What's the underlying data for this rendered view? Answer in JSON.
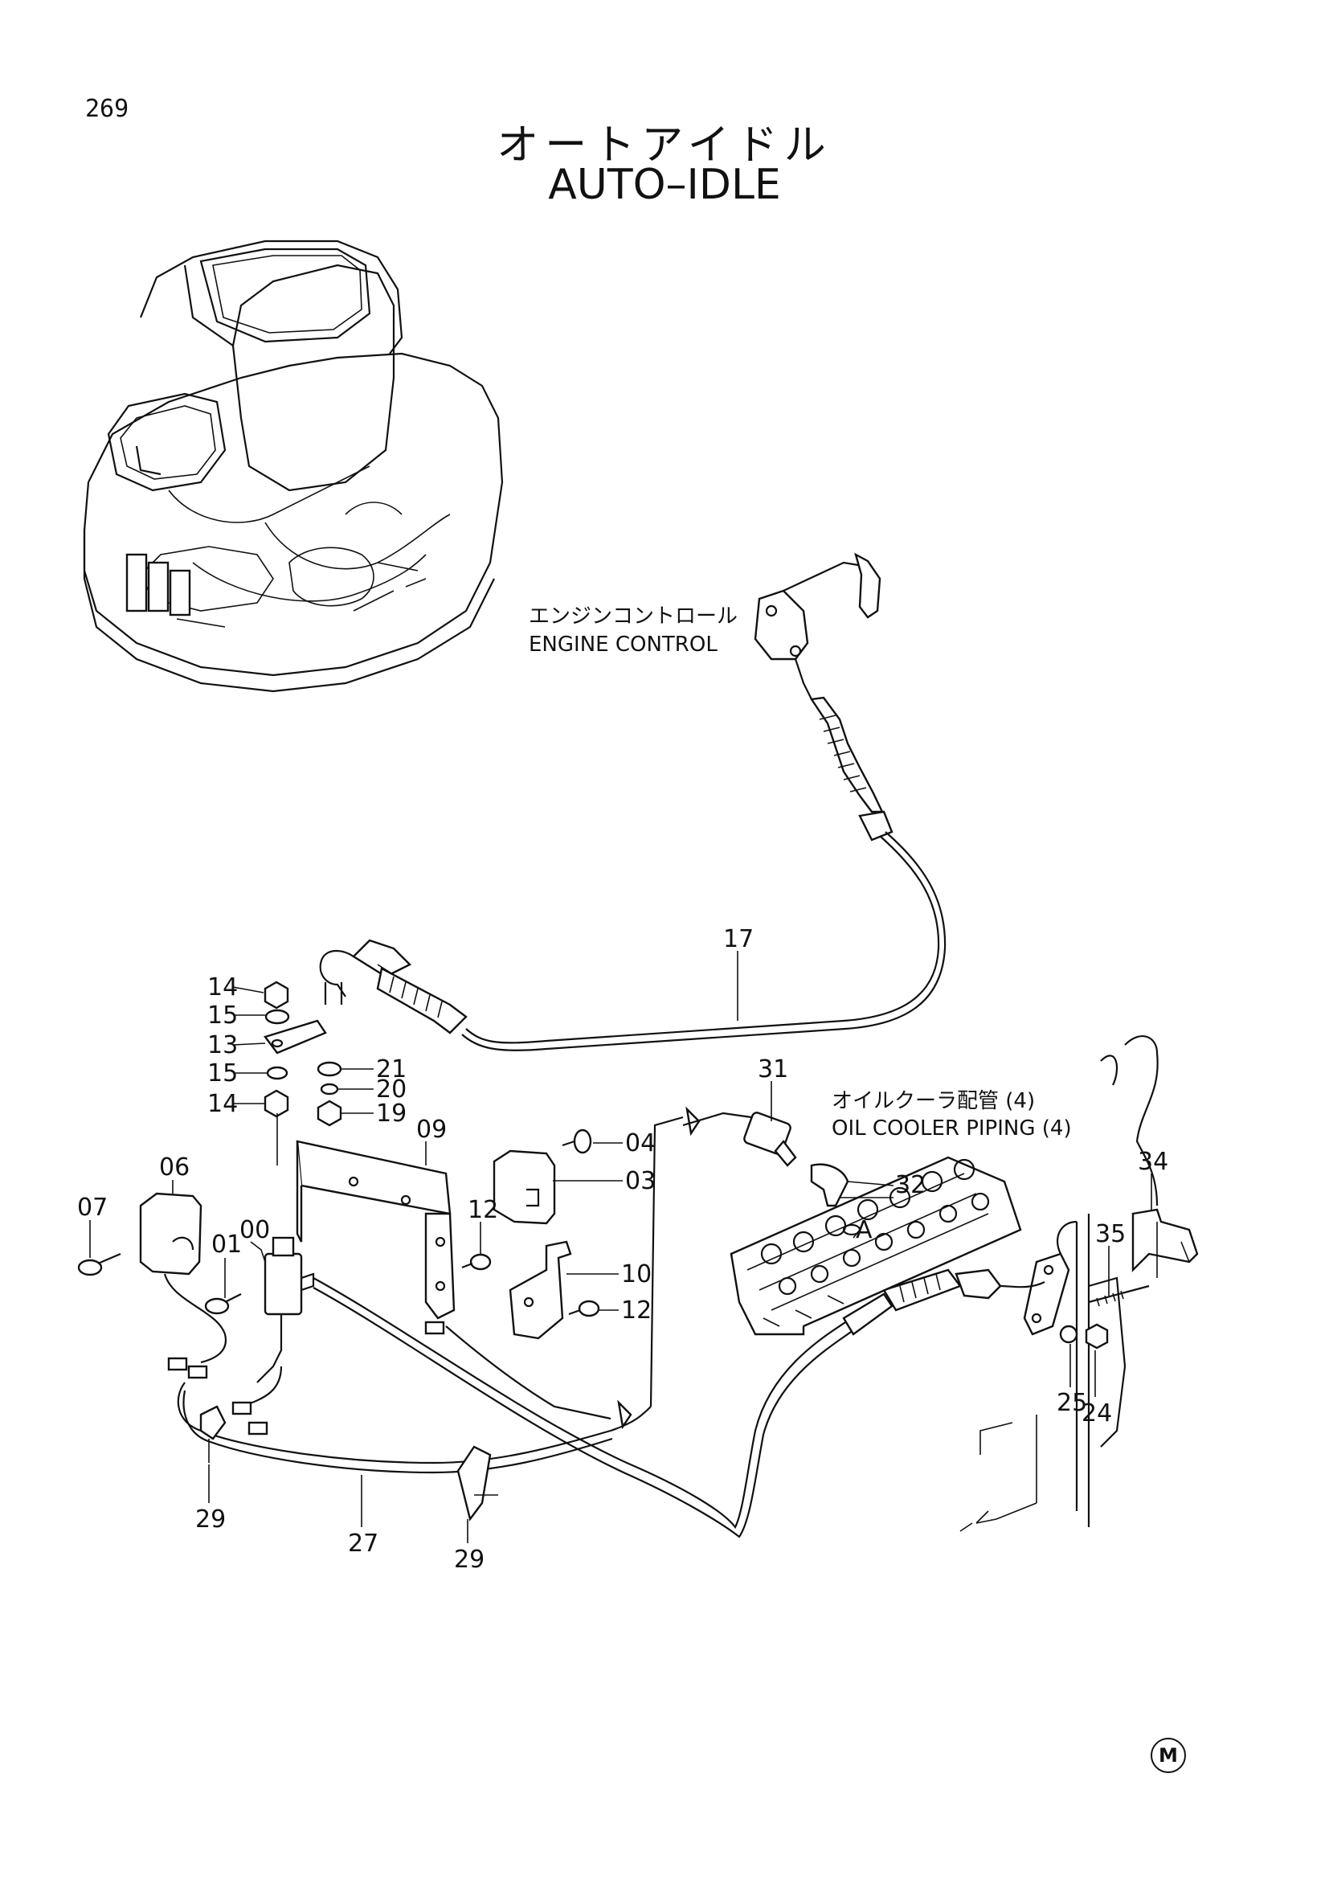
{
  "page": {
    "number": "269",
    "mark": "M"
  },
  "title": {
    "jp": "オートアイドル",
    "en": "AUTO–IDLE"
  },
  "notes": {
    "engine_control_jp": "エンジンコントロール",
    "engine_control_en": "ENGINE CONTROL",
    "oil_cooler_jp": "オイルクーラ配管 (4)",
    "oil_cooler_en": "OIL COOLER PIPING (4)",
    "detail_a": "A"
  },
  "callouts": [
    "14",
    "15",
    "13",
    "15",
    "14",
    "21",
    "20",
    "19",
    "09",
    "06",
    "07",
    "01",
    "00",
    "04",
    "03",
    "12",
    "10",
    "12",
    "17",
    "31",
    "32",
    "34",
    "35",
    "25",
    "24",
    "29",
    "27",
    "29"
  ]
}
